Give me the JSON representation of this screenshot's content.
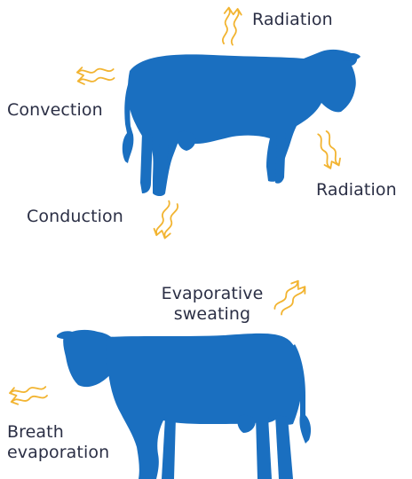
{
  "colors": {
    "cow": "#1a6fc0",
    "heat_arrow": "#f2b431",
    "text": "#2b2f45",
    "background": "#ffffff"
  },
  "top_diagram": {
    "labels": {
      "radiation_top": "Radiation",
      "convection": "Convection",
      "radiation_right": "Radiation",
      "conduction": "Conduction"
    }
  },
  "bottom_diagram": {
    "labels": {
      "evaporative_line1": "Evaporative",
      "evaporative_line2": "sweating",
      "breath_line1": "Breath",
      "breath_line2": "evaporation"
    }
  },
  "icons": [
    "cow-silhouette",
    "wavy-heat-arrow"
  ]
}
